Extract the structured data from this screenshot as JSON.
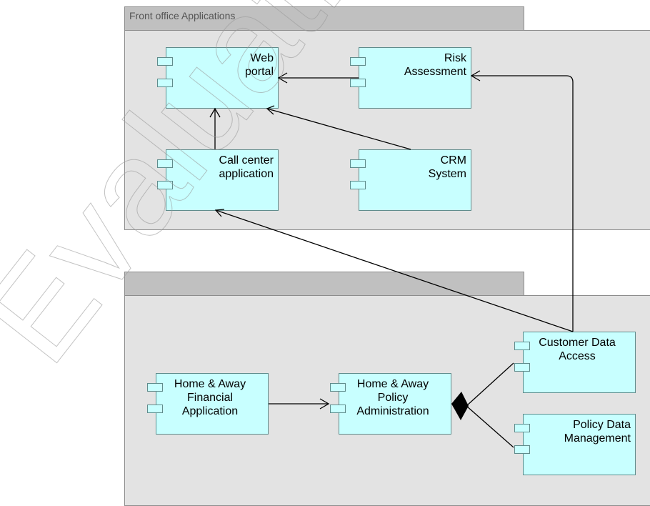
{
  "groups": {
    "front_office": {
      "title": "Front office Applications"
    },
    "back_office": {
      "title": ""
    }
  },
  "components": {
    "web_portal": "Web\nportal",
    "risk_assessment": "Risk\nAssessment",
    "call_center": "Call center\napplication",
    "crm_system": "CRM\nSystem",
    "customer_data_access": "Customer Data\nAccess",
    "home_away_financial": "Home & Away\nFinancial\nApplication",
    "home_away_policy": "Home & Away\nPolicy\nAdministration",
    "policy_data_management": "Policy Data\nManagement"
  },
  "colors": {
    "component_fill": "#c8ffff",
    "group_fill": "#e3e3e3",
    "group_tab_fill": "#c0c0c0"
  },
  "watermark": "Evaluation"
}
